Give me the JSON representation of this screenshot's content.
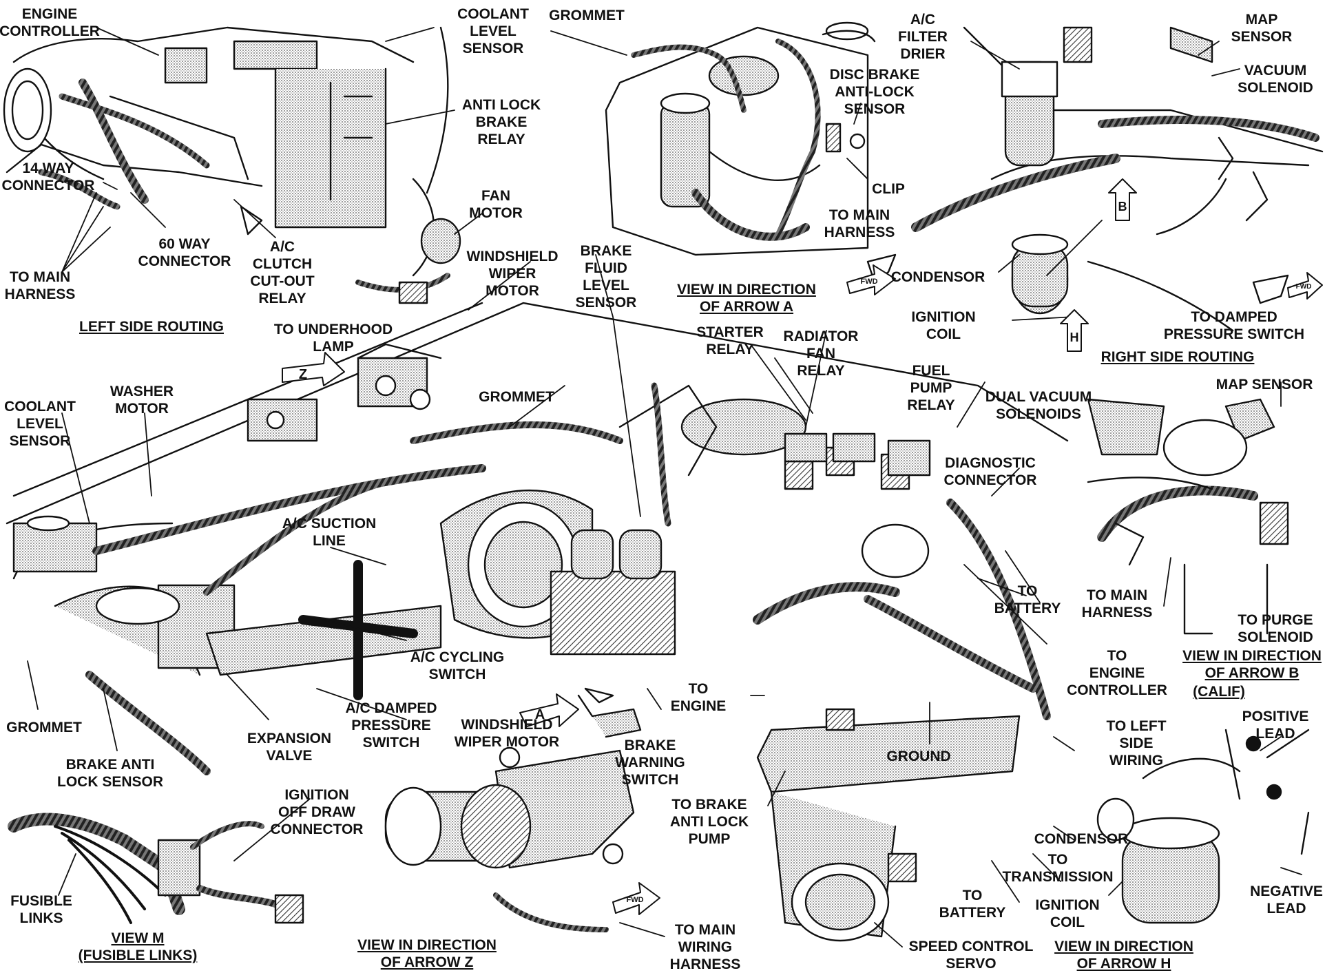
{
  "labels": {
    "engine_controller": "ENGINE\nCONTROLLER",
    "coolant_level_sensor_top": "COOLANT\nLEVEL\nSENSOR",
    "grommet_top": "GROMMET",
    "ac_filter_drier": "A/C\nFILTER\nDRIER",
    "map_sensor_top": "MAP\nSENSOR",
    "vacuum_solenoid": "VACUUM\nSOLENOID",
    "anti_lock_brake_relay": "ANTI LOCK\nBRAKE\nRELAY",
    "disc_brake_anti_lock_sensor": "DISC BRAKE\nANTI-LOCK\nSENSOR",
    "clip": "CLIP",
    "to_main_harness_a": "TO MAIN\nHARNESS",
    "fourteen_way_connector": "14 WAY\nCONNECTOR",
    "fan_motor": "FAN\nMOTOR",
    "sixty_way_connector": "60 WAY\nCONNECTOR",
    "ac_clutch_cutout_relay": "A/C\nCLUTCH\nCUT-OUT\nRELAY",
    "to_main_harness_left": "TO MAIN\nHARNESS",
    "windshield_wiper_motor_top": "WINDSHIELD\nWIPER\nMOTOR",
    "brake_fluid_level_sensor": "BRAKE\nFLUID\nLEVEL\nSENSOR",
    "view_arrow_a": "VIEW IN DIRECTION\nOF ARROW A",
    "condensor_right": "CONDENSOR",
    "ignition_coil_right": "IGNITION\nCOIL",
    "to_damped_pressure_switch": "TO DAMPED\nPRESSURE SWITCH",
    "left_side_routing": "LEFT SIDE ROUTING",
    "right_side_routing": "RIGHT SIDE ROUTING",
    "to_underhood_lamp": "TO UNDERHOOD\nLAMP",
    "starter_relay": "STARTER\nRELAY",
    "radiator_fan_relay": "RADIATOR\nFAN\nRELAY",
    "fuel_pump_relay": "FUEL\nPUMP\nRELAY",
    "dual_vacuum_solenoids": "DUAL VACUUM\nSOLENOIDS",
    "map_sensor_b": "MAP SENSOR",
    "coolant_level_sensor_mid": "COOLANT\nLEVEL\nSENSOR",
    "washer_motor": "WASHER\nMOTOR",
    "grommet_mid": "GROMMET",
    "diagnostic_connector": "DIAGNOSTIC\nCONNECTOR",
    "ac_suction_line": "A/C SUCTION\nLINE",
    "to_battery_mid": "TO\nBATTERY",
    "to_main_harness_b": "TO MAIN\nHARNESS",
    "to_purge_solenoid": "TO PURGE\nSOLENOID",
    "view_arrow_b": "VIEW IN DIRECTION\nOF ARROW B",
    "calif": "(CALIF)",
    "ac_cycling_switch": "A/C CYCLING\nSWITCH",
    "to_engine_controller": "TO\nENGINE\nCONTROLLER",
    "to_engine": "TO\nENGINE",
    "grommet_left": "GROMMET",
    "ac_damped_pressure_switch": "A/C DAMPED\nPRESSURE\nSWITCH",
    "expansion_valve": "EXPANSION\nVALVE",
    "windshield_wiper_motor_z": "WINDSHIELD\nWIPER MOTOR",
    "brake_warning_switch": "BRAKE\nWARNING\nSWITCH",
    "ground": "GROUND",
    "to_left_side_wiring": "TO LEFT\nSIDE\nWIRING",
    "positive_lead": "POSITIVE\nLEAD",
    "brake_anti_lock_sensor": "BRAKE ANTI\nLOCK SENSOR",
    "ignition_off_draw_connector": "IGNITION\nOFF DRAW\nCONNECTOR",
    "to_brake_anti_lock_pump": "TO BRAKE\nANTI LOCK\nPUMP",
    "condensor_h": "CONDENSOR",
    "to_transmission": "TO\nTRANSMISSION",
    "negative_lead": "NEGATIVE\nLEAD",
    "fusible_links": "FUSIBLE\nLINKS",
    "to_battery_bottom": "TO\nBATTERY",
    "ignition_coil_h": "IGNITION\nCOIL",
    "view_m": "VIEW M\n(FUSIBLE LINKS)",
    "view_arrow_z": "VIEW IN DIRECTION\nOF ARROW Z",
    "to_main_wiring_harness": "TO MAIN\nWIRING\nHARNESS",
    "speed_control_servo": "SPEED CONTROL\nSERVO",
    "view_arrow_h": "VIEW IN DIRECTION\nOF ARROW H"
  },
  "markers": {
    "arrow_a": "A",
    "arrow_b": "B",
    "arrow_z": "Z",
    "arrow_h": "H",
    "fwd": "FWD"
  },
  "colors": {
    "ink": "#111111",
    "paper": "#ffffff"
  }
}
